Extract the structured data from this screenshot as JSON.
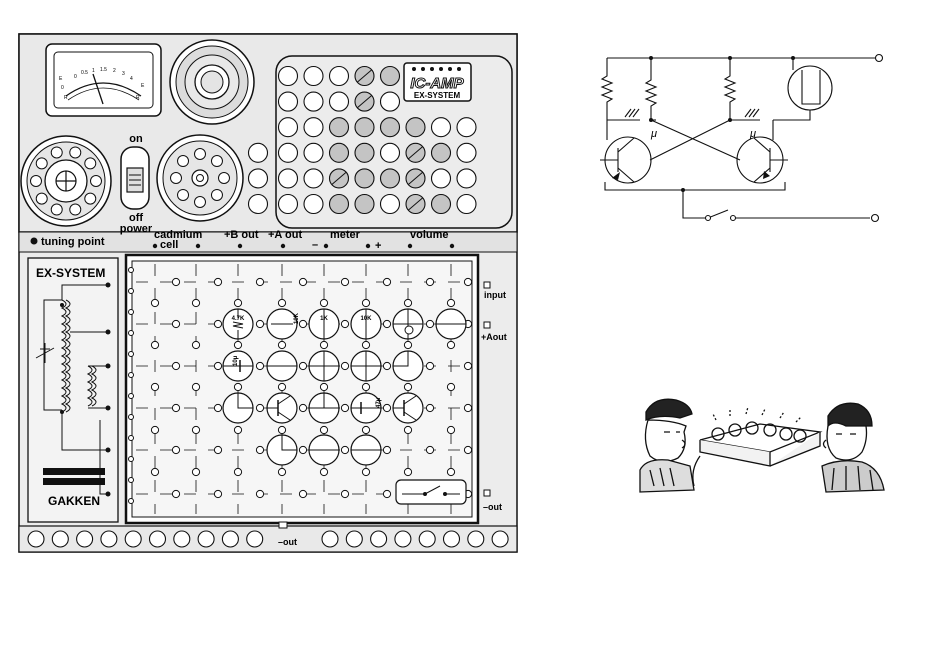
{
  "meter": {
    "scale_labels": [
      "0",
      "0.5",
      "1",
      "1.5",
      "2",
      "3",
      "4"
    ],
    "left_labels": [
      "E",
      "0",
      "R"
    ],
    "right_labels": [
      "E",
      "R"
    ]
  },
  "brand": {
    "logo": "IC-AMP",
    "system": "EX-SYSTEM",
    "maker": "GAKKEN"
  },
  "power_switch": {
    "on": "on",
    "off": "off",
    "label": "power"
  },
  "tuning_point": "tuning point",
  "terminal_labels": {
    "cadmium": "cadmium",
    "cell": "cell",
    "b_out": "+B out",
    "a_out": "+A out",
    "meter": "meter",
    "minus": "–",
    "plus": "+",
    "volume": "volume"
  },
  "side_labels": {
    "input": "input",
    "a_out": "+Aout",
    "out": "–out",
    "bottom_out": "–out"
  },
  "coil_panel_title": "EX-SYSTEM",
  "components": {
    "r47k": "4.7K",
    "r10k_v": "10K",
    "r1k": "1K",
    "r10k": "10K",
    "c_value": "10μ",
    "c_value2": "47μ"
  },
  "circuit": {
    "mu_left": "μ",
    "mu_right": "μ"
  },
  "colors": {
    "panel": "#e9e9e9",
    "board": "#f6f6f6",
    "lamp_off": "#e6e6e6",
    "lamp_on": "#c4c4c4",
    "ink": "#111111"
  }
}
